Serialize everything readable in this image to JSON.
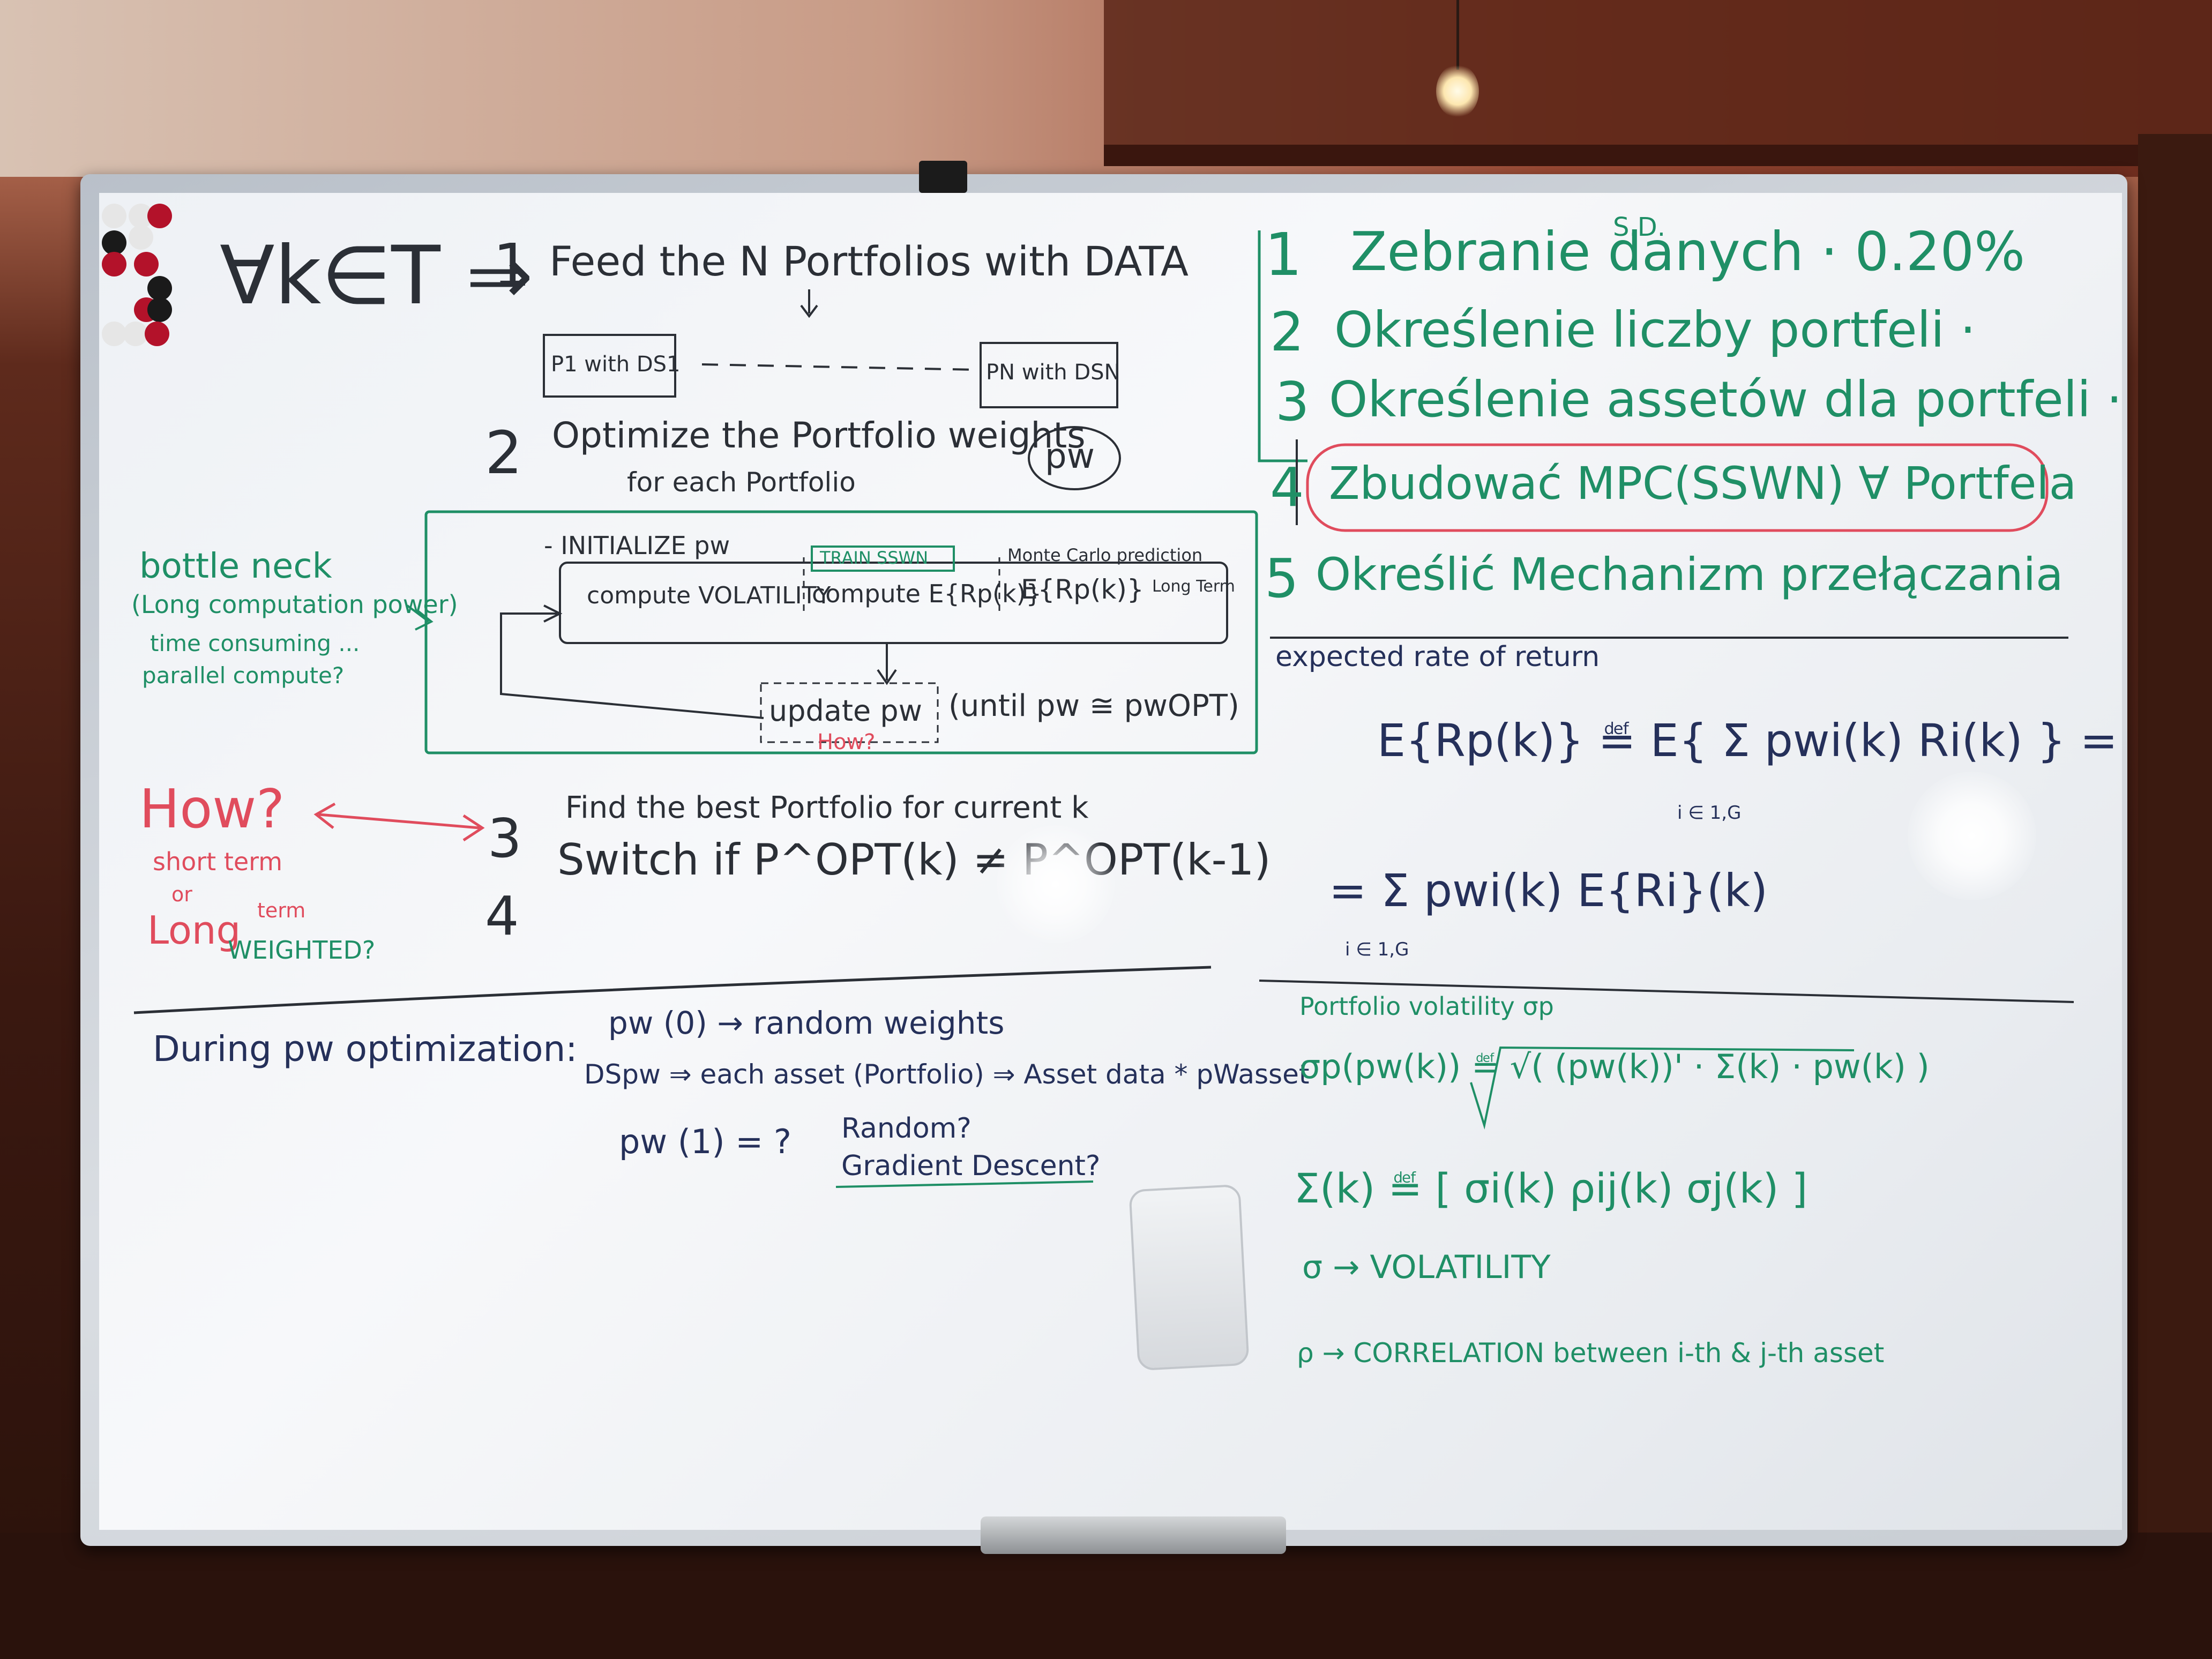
{
  "left_top": {
    "quantifier": "∀k∈T ⇒",
    "step1_num": "1",
    "step1_text": "Feed the N Portfolios with DATA",
    "p1_box": "P1 with DS1",
    "pn_box": "PN with DSN",
    "step2_num": "2",
    "step2_line1": "Optimize the Portfolio weights",
    "step2_line2": "for each Portfolio",
    "pw_circle": "pw",
    "initialize": "- INITIALIZE pw",
    "compute_volatility": "compute VOLATILITY",
    "train_sswn": "TRAIN SSWN",
    "compute_e": "compute E{Rp(k)}",
    "monte_carlo": "Monte Carlo prediction",
    "e_long": "E{Rp(k)}",
    "long_term_small": "Long Term",
    "update": "update pw",
    "until": "(until pw ≅ pwOPT)",
    "how_small": "How?",
    "step3_num": "3",
    "step3_text": "Find the best Portfolio for current k",
    "step4_num": "4",
    "step4_text": "Switch if  P^OPT(k) ≠ P^OPT(k-1)"
  },
  "left_notes": {
    "bottle_neck": "bottle neck",
    "long_comp": "(Long computation power)",
    "time_consuming": "time consuming ...",
    "parallel": "parallel compute?",
    "how": "How?",
    "short_term": "short term",
    "or": "or",
    "long": "Long",
    "term": "term",
    "weighted": "WEIGHTED?"
  },
  "left_bottom": {
    "during": "During pw optimization:",
    "pw0": "pw (0) → random weights",
    "dspw": "DSpw ⇒ each asset (Portfolio) ⇒ Asset data * pWasset",
    "pw1": "pw (1) = ?",
    "random": "Random?",
    "gradient": "Gradient Descent?"
  },
  "right_list": [
    {
      "num": "1",
      "text": "Zebranie danych · 0.20%",
      "note": "S.D."
    },
    {
      "num": "2",
      "text": "Określenie liczby portfeli ·"
    },
    {
      "num": "3",
      "text": "Określenie assetów dla portfeli ·"
    },
    {
      "num": "4",
      "text": "Zbudować MPC(SSWN) ∀ Portfela"
    },
    {
      "num": "5",
      "text": "Określić Mechanizm przełączania"
    }
  ],
  "right_expected": {
    "title": "expected rate of return",
    "eq1": "E{Rp(k)} ≝ E{ Σ pwi(k) Ri(k) } =",
    "eq1_sub": "i ∈ 1,G",
    "eq2": "= Σ pwi(k) E{Ri}(k)",
    "eq2_sub": "i ∈ 1,G"
  },
  "right_volatility": {
    "title": "Portfolio volatility σp",
    "eq_sigma": "σp(pw(k)) ≝ √( (pw(k))' · Σ(k) · pw(k) )",
    "eq_cov": "Σ(k) ≝ [ σi(k) ρij(k) σj(k) ]",
    "sigma_def": "σ → VOLATILITY",
    "rho_def": "ρ → CORRELATION between i-th & j-th asset"
  },
  "colors": {
    "black_marker": "#2b2f36",
    "green_marker": "#1f8f66",
    "red_marker": "#e04c5d",
    "navy_marker": "#25305a"
  }
}
